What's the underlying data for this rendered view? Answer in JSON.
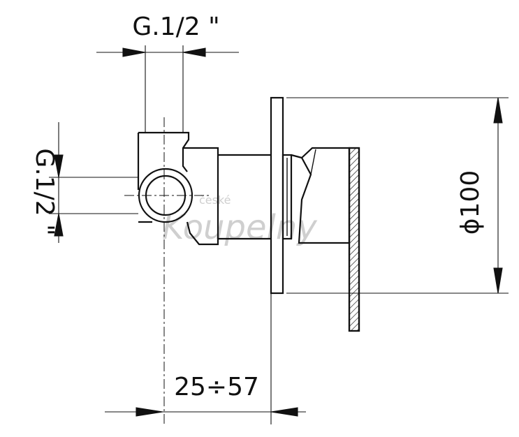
{
  "colors": {
    "line": "#111111",
    "background": "#ffffff",
    "watermark": "#cfcfcf"
  },
  "dimensions": {
    "top_thread": "G.1/2 \"",
    "left_thread": "G.1/2 \"",
    "diameter": "ϕ100",
    "depth_range": "25÷57"
  },
  "watermark": {
    "small": "české",
    "large": "Koupelny"
  }
}
